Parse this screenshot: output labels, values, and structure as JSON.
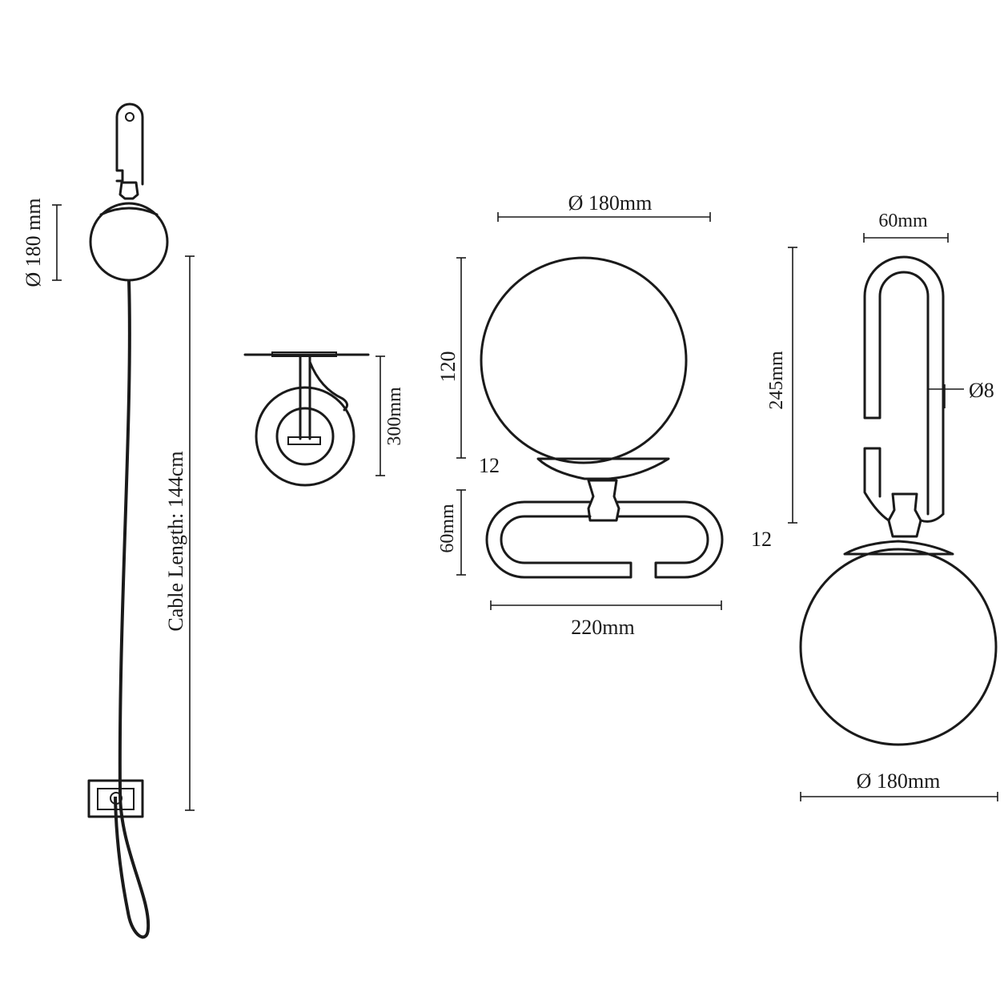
{
  "labels": {
    "left_diameter": "Ø 180 mm",
    "cable_length": "Cable Length: 144cm",
    "mount_height": "300mm",
    "front_diameter": "Ø 180mm",
    "front_globe_height": "120",
    "front_gap_upper": "12",
    "front_base_height": "60mm",
    "front_gap_lower": "12",
    "front_width": "220mm",
    "side_top_width": "60mm",
    "side_height": "245mm",
    "side_rod_diameter": "Ø8",
    "side_diameter": "Ø 180mm"
  },
  "colors": {
    "line": "#1a1a1a",
    "background": "#ffffff"
  }
}
